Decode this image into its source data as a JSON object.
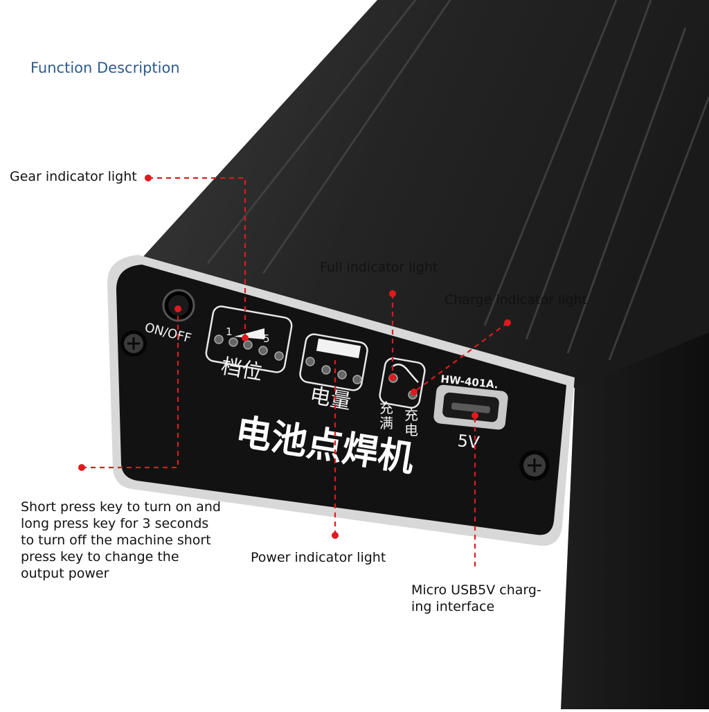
{
  "title": "Function Description",
  "labels": {
    "gear": "Gear indicator light",
    "full": "Full indicator light",
    "charge": "Charge indicator light",
    "power": "Power indicator light",
    "key": [
      "Short press key to turn on and",
      "long press key for 3 seconds",
      "to turn off the machine short",
      "press key to change the",
      "output power"
    ],
    "usb": [
      "Micro USB5V charg-",
      "ing interface"
    ]
  },
  "device": {
    "on_off": "ON/OFF",
    "gear_min": "1",
    "gear_max": "5",
    "gear_label": "档位",
    "battery_label": "电量",
    "full_label": [
      "充",
      "满"
    ],
    "charge_label": [
      "充",
      "电"
    ],
    "model": "HW-401A.",
    "voltage": "5V",
    "product_name": "电池点焊机"
  },
  "colors": {
    "accent": "#e0191f",
    "title": "#2e5b8a",
    "case": "#2a2a2a",
    "panel": "#111111"
  }
}
